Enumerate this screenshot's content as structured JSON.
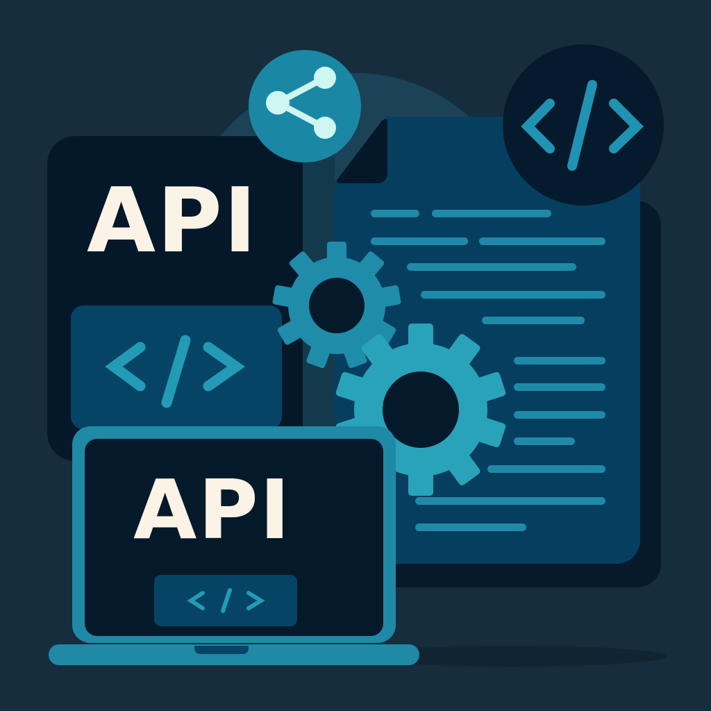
{
  "illustration": {
    "title": "API integration illustration",
    "labels": {
      "panel_text": "API",
      "laptop_text": "API"
    },
    "icons": [
      "share-icon",
      "code-brackets-icon",
      "gear-icon",
      "document-icon",
      "laptop-icon"
    ],
    "colors": {
      "background": "#162d3e",
      "panel_dark": "#05182a",
      "document_blue": "#063e5f",
      "accent_teal": "#1f89a6",
      "gear_teal": "#29a3ba",
      "share_node": "#cdf7f0",
      "text_cream": "#fbf3e6"
    },
    "document_lines": 12
  }
}
